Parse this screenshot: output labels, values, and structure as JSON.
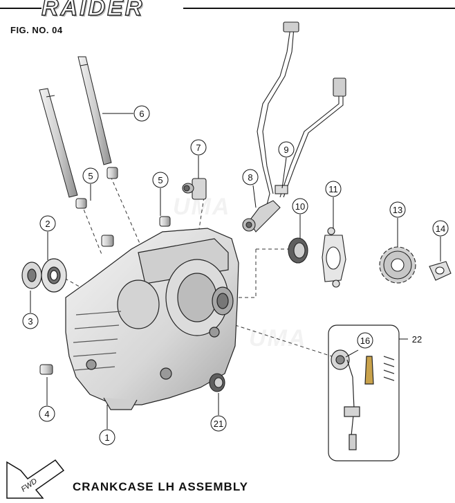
{
  "header": {
    "brand": "RAIDER",
    "figure_number": "FIG. NO. 04"
  },
  "footer": {
    "title": "CRANKCASE LH ASSEMBLY",
    "direction_label": "FWD"
  },
  "watermark": "UMA",
  "callouts": {
    "c1": "1",
    "c2": "2",
    "c3": "3",
    "c4": "4",
    "c5a": "5",
    "c5b": "5",
    "c6": "6",
    "c7": "7",
    "c8": "8",
    "c9": "9",
    "c10": "10",
    "c11": "11",
    "c13": "13",
    "c14": "14",
    "c16": "16",
    "c21": "21",
    "c22": "22"
  },
  "colors": {
    "ink": "#111111",
    "part_fill": "#e9e9e9",
    "part_shade": "#bdbdbd",
    "brass": "#c9a24b"
  }
}
